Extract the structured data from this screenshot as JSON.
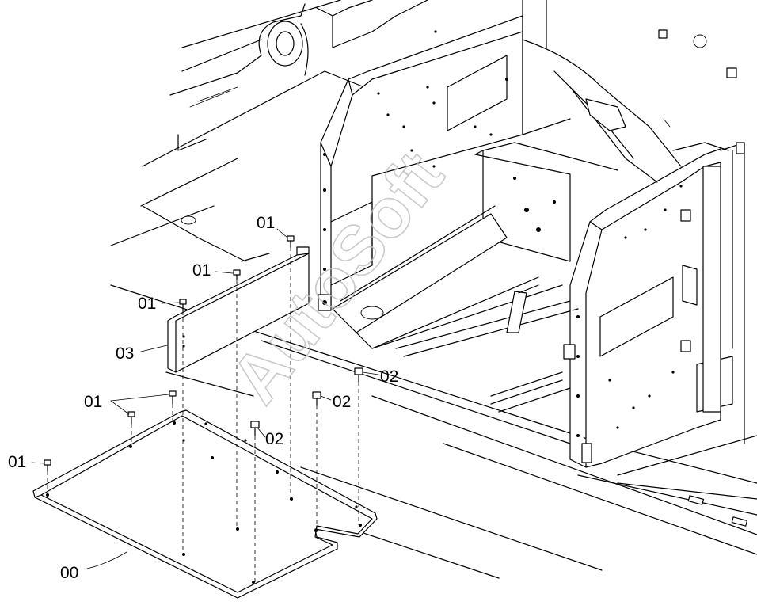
{
  "watermark": "AutoSoft",
  "labels": {
    "c1": "01",
    "c2": "01",
    "c3": "01",
    "c4": "01",
    "c5": "01",
    "c6": "03",
    "c7": "02",
    "c8": "02",
    "c9": "02",
    "c10": "00"
  }
}
